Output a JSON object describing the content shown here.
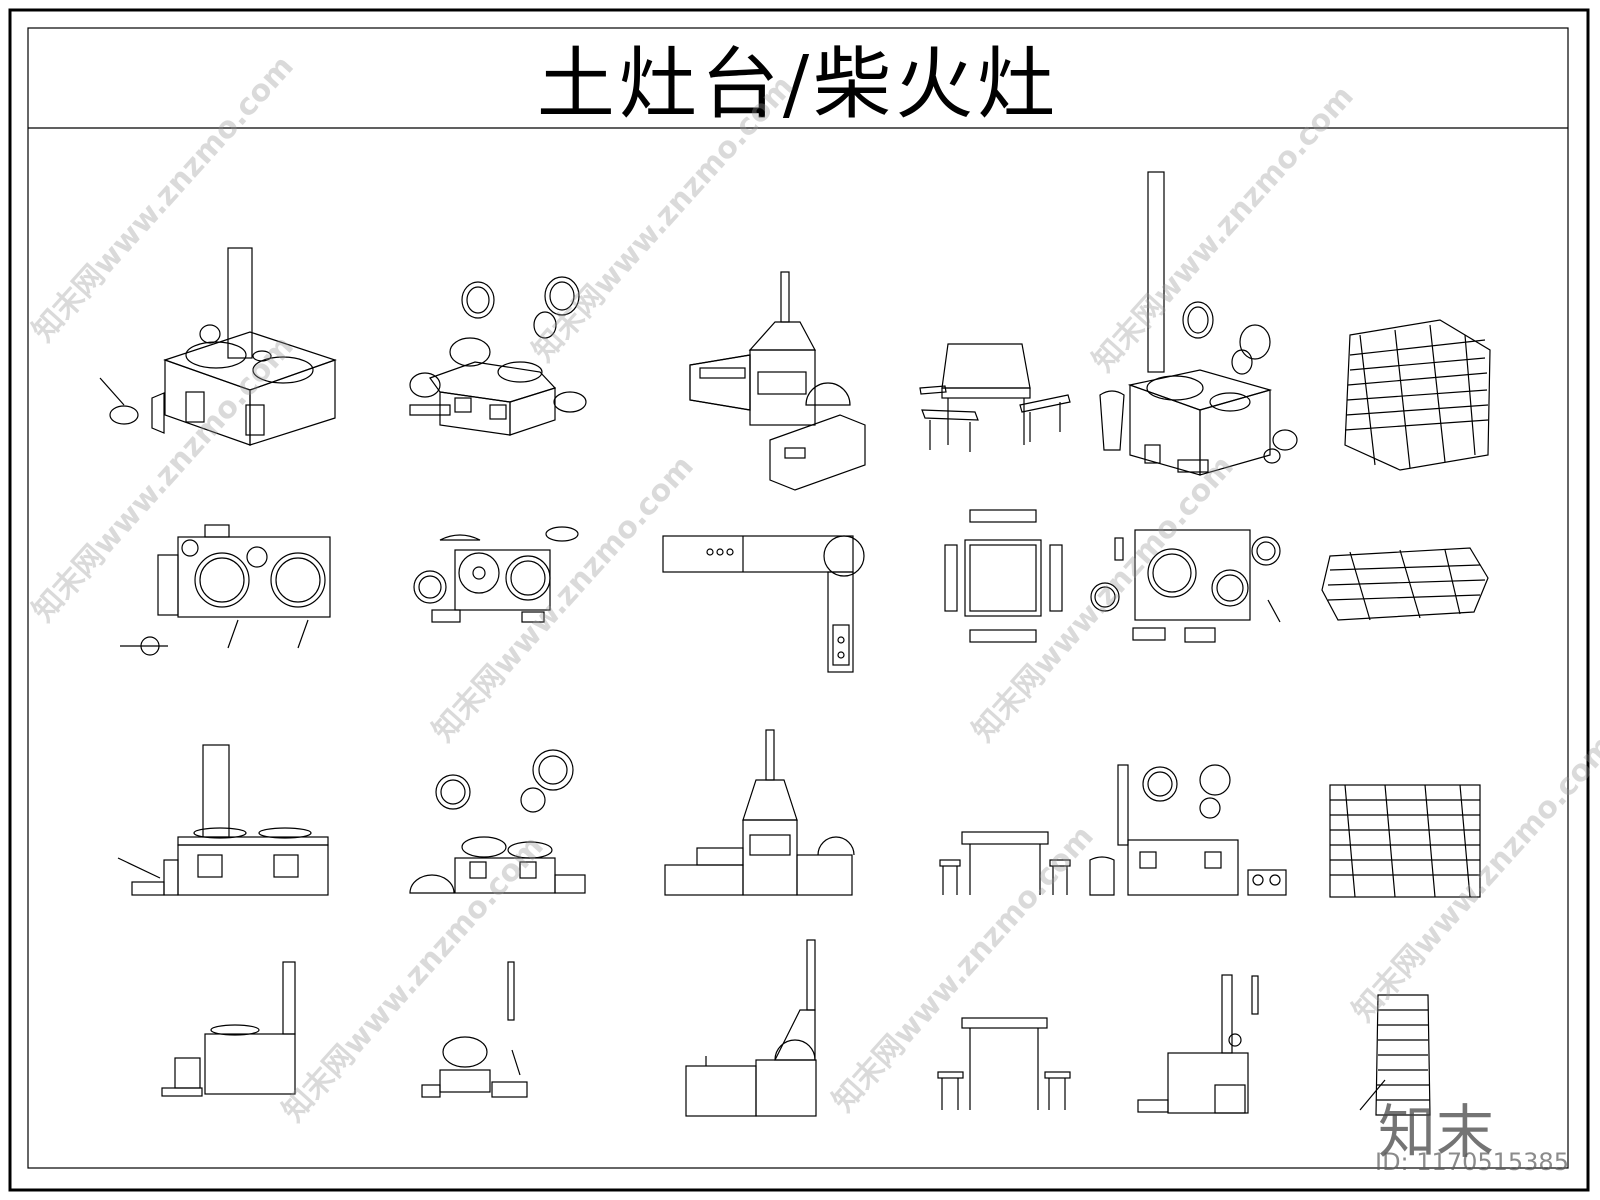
{
  "title": "土灶台/柴火灶",
  "watermark": {
    "site_text": "知末网www.znzmo.com",
    "brand": "知末",
    "id_label": "ID: 1170515385"
  },
  "colors": {
    "line": "#000000",
    "background": "#ffffff",
    "watermark": "#969696"
  },
  "views": [
    {
      "row": "isometric",
      "items": [
        "stove-two-pot",
        "stove-two-pot-with-plates",
        "outdoor-kitchen-oven",
        "table-with-benches",
        "stove-with-chimney-and-jars",
        "firewood-pile"
      ]
    },
    {
      "row": "plan",
      "items": [
        "stove-two-pot",
        "stove-two-pot-with-plates",
        "outdoor-kitchen-oven",
        "table-with-benches",
        "stove-with-chimney-and-jars",
        "firewood-pile"
      ]
    },
    {
      "row": "front-elevation",
      "items": [
        "stove-two-pot",
        "stove-two-pot-with-plates",
        "outdoor-kitchen-oven",
        "table-with-benches",
        "stove-with-chimney-and-jars",
        "firewood-pile"
      ]
    },
    {
      "row": "side-elevation",
      "items": [
        "stove-two-pot",
        "stove-two-pot-with-plates",
        "outdoor-kitchen-oven",
        "table-with-benches",
        "stove-with-chimney-and-jars",
        "firewood-pile"
      ]
    }
  ]
}
